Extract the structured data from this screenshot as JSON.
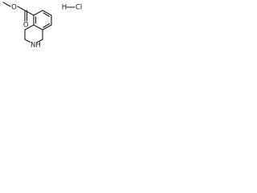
{
  "molecule": {
    "atoms": {
      "ester_o_single": "O",
      "ester_o_double": "O",
      "ring_n": "NH"
    },
    "salt": {
      "h": "H",
      "cl": "Cl"
    }
  },
  "colors": {
    "bond": "#1a1a1a",
    "label": "#1a1a1a",
    "background": "#ffffff"
  }
}
